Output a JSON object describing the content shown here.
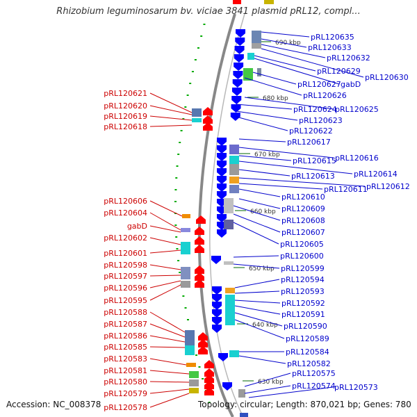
{
  "title": "Rhizobium leguminosarum bv. viciae 3841 plasmid pRL12, compl...",
  "footer": {
    "accession": "Accession: NC_008378",
    "topology": "Topology: circular; Length: 870,021 bp; Genes: 780"
  },
  "colors": {
    "left_labels": "#cc0000",
    "right_labels": "#0000cc",
    "forward_genes": "#ff0000",
    "reverse_genes": "#0000ff",
    "backbone": "#888888",
    "ticks": "#00aa00"
  },
  "scale_ticks": [
    "690 kbp",
    "680 kbp",
    "670 kbp",
    "660 kbp",
    "650 kbp",
    "640 kbp",
    "630 kbp"
  ],
  "left_labels": [
    "pRL120621",
    "pRL120620",
    "pRL120619",
    "pRL120618",
    "pRL120606",
    "pRL120604",
    "gabD",
    "pRL120602",
    "pRL120601",
    "pRL120598",
    "pRL120597",
    "pRL120596",
    "pRL120595",
    "pRL120588",
    "pRL120587",
    "pRL120586",
    "pRL120585",
    "pRL120583",
    "pRL120581",
    "pRL120580",
    "pRL120579",
    "pRL120578"
  ],
  "right_labels": [
    "pRL120635",
    "pRL120633",
    "pRL120632",
    "pRL120630",
    "pRL120629",
    "gabD",
    "pRL120627",
    "pRL120626",
    "pRL120625",
    "pRL120624",
    "pRL120623",
    "pRL120622",
    "pRL120617",
    "pRL120616",
    "pRL120615",
    "pRL120614",
    "pRL120613",
    "pRL120612",
    "pRL120611",
    "pRL120610",
    "pRL120609",
    "pRL120608",
    "pRL120607",
    "pRL120605",
    "pRL120600",
    "pRL120599",
    "pRL120594",
    "pRL120593",
    "pRL120592",
    "pRL120591",
    "pRL120590",
    "pRL120589",
    "pRL120584",
    "pRL120582",
    "pRL120575",
    "pRL120574",
    "pRL120573"
  ]
}
